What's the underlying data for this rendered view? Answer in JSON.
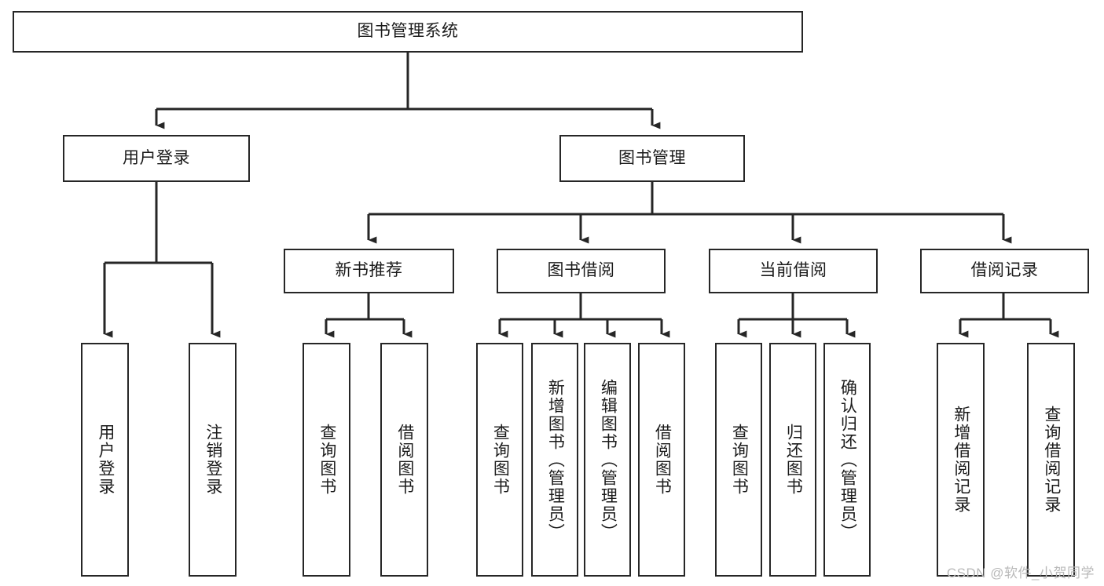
{
  "diagram": {
    "title": "图书管理系统",
    "type": "tree-hierarchy",
    "orientation": "top-down",
    "colors": {
      "box_border": "#262626",
      "box_fill": "#ffffff",
      "connector": "#262626",
      "text": "#1b1b1b",
      "watermark": "#b9b9b9",
      "background": "#ffffff"
    },
    "root": {
      "label": "图书管理系统"
    },
    "level2": [
      {
        "label": "用户登录"
      },
      {
        "label": "图书管理"
      }
    ],
    "level3": [
      {
        "label": "新书推荐"
      },
      {
        "label": "图书借阅"
      },
      {
        "label": "当前借阅"
      },
      {
        "label": "借阅记录"
      }
    ],
    "leaves": {
      "user_login": [
        {
          "label": "用户登录"
        },
        {
          "label": "注销登录"
        }
      ],
      "new_book_recommend": [
        {
          "label": "查询图书"
        },
        {
          "label": "借阅图书"
        }
      ],
      "book_borrow": [
        {
          "label": "查询图书"
        },
        {
          "label": "新增图书（管理员）"
        },
        {
          "label": "编辑图书（管理员）"
        },
        {
          "label": "借阅图书"
        }
      ],
      "current_borrow": [
        {
          "label": "查询图书"
        },
        {
          "label": "归还图书"
        },
        {
          "label": "确认归还（管理员）"
        }
      ],
      "borrow_record": [
        {
          "label": "新增借阅记录"
        },
        {
          "label": "查询借阅记录"
        }
      ]
    }
  },
  "watermark": {
    "text": "CSDN @软件_小贺同学"
  }
}
